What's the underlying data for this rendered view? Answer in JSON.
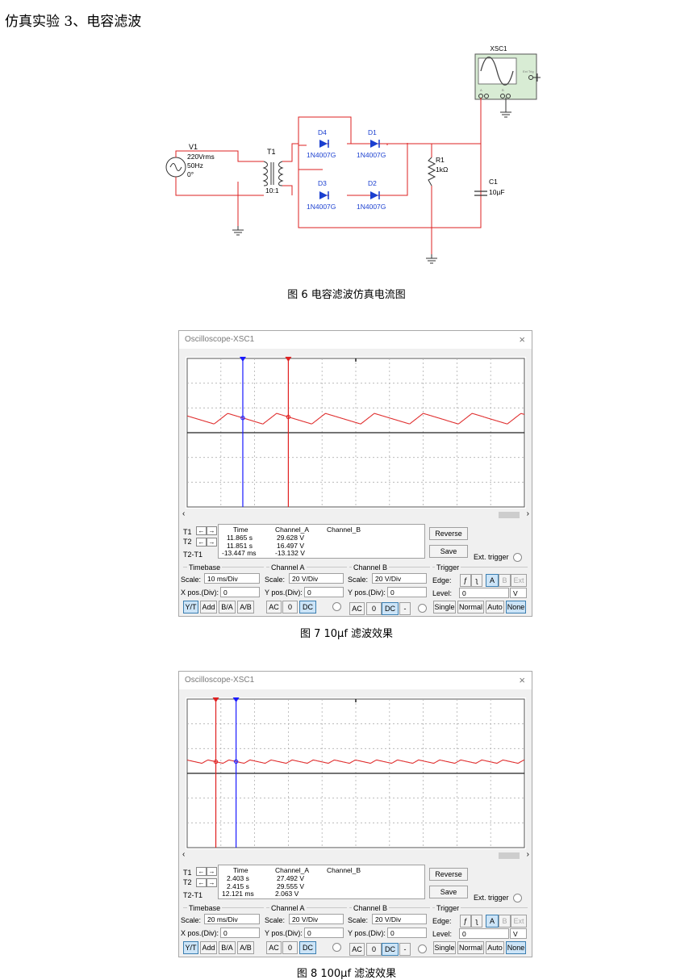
{
  "heading": "仿真实验 3、电容滤波",
  "circuit": {
    "scope_label": "XSC1",
    "scope_ext": "Ext Trig",
    "scope_a": "A",
    "scope_b": "B",
    "source_label": "V1",
    "source_lines": [
      "220Vrms",
      "50Hz",
      "0°"
    ],
    "transformer_label": "T1",
    "transformer_ratio": "10:1",
    "diodes": [
      {
        "name": "D4",
        "part": "1N4007G"
      },
      {
        "name": "D1",
        "part": "1N4007G"
      },
      {
        "name": "D3",
        "part": "1N4007G"
      },
      {
        "name": "D2",
        "part": "1N4007G"
      }
    ],
    "resistor": {
      "name": "R1",
      "value": "1kΩ"
    },
    "capacitor": {
      "name": "C1",
      "value": "10µF"
    },
    "caption": "图 6 电容滤波仿真电流图"
  },
  "scopes": [
    {
      "title": "Oscilloscope-XSC1",
      "close": "×",
      "cursor_t1_frac": 0.165,
      "cursor_t2_frac": 0.3,
      "cursor_color_t1": "#1a1aff",
      "cursor_color_t2": "#e02020",
      "t1_marker": "1",
      "t2_marker": "2",
      "left_first_is_t1": true,
      "wave": {
        "periods": 6.9,
        "phase": 0.45,
        "level_mid": 0.195,
        "ripple": 0.07,
        "color": "#e03030"
      },
      "labels": {
        "t1": "T1",
        "t2": "T2",
        "t21": "T2-T1"
      },
      "measure": {
        "headers": [
          "Time",
          "Channel_A",
          "Channel_B"
        ],
        "rows": [
          [
            "11.865 s",
            "29.628 V",
            ""
          ],
          [
            "11.851 s",
            "16.497 V",
            ""
          ],
          [
            "-13.447 ms",
            "-13.132 V",
            ""
          ]
        ]
      },
      "buttons": {
        "reverse": "Reverse",
        "save": "Save",
        "ext_trigger": "Ext. trigger"
      },
      "timebase": {
        "group": "Timebase",
        "scale_label": "Scale:",
        "scale": "10 ms/Div",
        "pos_label": "X pos.(Div):",
        "pos": "0",
        "modes": [
          "Y/T",
          "Add",
          "B/A",
          "A/B"
        ]
      },
      "channel_a": {
        "group": "Channel A",
        "scale_label": "Scale:",
        "scale": "20  V/Div",
        "pos_label": "Y pos.(Div):",
        "pos": "0",
        "couplings": [
          "AC",
          "0",
          "DC"
        ]
      },
      "channel_b": {
        "group": "Channel B",
        "scale_label": "Scale:",
        "scale": "20  V/Div",
        "pos_label": "Y pos.(Div):",
        "pos": "0",
        "couplings": [
          "AC",
          "0",
          "DC",
          "-"
        ]
      },
      "trigger": {
        "group": "Trigger",
        "edge_label": "Edge:",
        "edges": [
          "ƒ",
          "ʅ",
          "A",
          "B",
          "Ext"
        ],
        "level_label": "Level:",
        "level": "0",
        "level_unit": "V",
        "modes": [
          "Single",
          "Normal",
          "Auto",
          "None"
        ]
      },
      "caption": "图 7 10μf 滤波效果"
    },
    {
      "title": "Oscilloscope-XSC1",
      "close": "×",
      "cursor_t1_frac": 0.085,
      "cursor_t2_frac": 0.145,
      "cursor_color_t1": "#e02020",
      "cursor_color_t2": "#1a1aff",
      "t1_marker": "",
      "t2_marker": "2",
      "left_first_is_t1": true,
      "wave": {
        "periods": 16,
        "phase": 0.3,
        "level_mid": 0.21,
        "ripple": 0.022,
        "color": "#e03030"
      },
      "labels": {
        "t1": "T1",
        "t2": "T2",
        "t21": "T2-T1"
      },
      "measure": {
        "headers": [
          "Time",
          "Channel_A",
          "Channel_B"
        ],
        "rows": [
          [
            "2.403 s",
            "27.492 V",
            ""
          ],
          [
            "2.415 s",
            "29.555 V",
            ""
          ],
          [
            "12.121 ms",
            "2.063 V",
            ""
          ]
        ]
      },
      "buttons": {
        "reverse": "Reverse",
        "save": "Save",
        "ext_trigger": "Ext. trigger"
      },
      "timebase": {
        "group": "Timebase",
        "scale_label": "Scale:",
        "scale": "20 ms/Div",
        "pos_label": "X pos.(Div):",
        "pos": "0",
        "modes": [
          "Y/T",
          "Add",
          "B/A",
          "A/B"
        ]
      },
      "channel_a": {
        "group": "Channel A",
        "scale_label": "Scale:",
        "scale": "20  V/Div",
        "pos_label": "Y pos.(Div):",
        "pos": "0",
        "couplings": [
          "AC",
          "0",
          "DC"
        ]
      },
      "channel_b": {
        "group": "Channel B",
        "scale_label": "Scale:",
        "scale": "20  V/Div",
        "pos_label": "Y pos.(Div):",
        "pos": "0",
        "couplings": [
          "AC",
          "0",
          "DC",
          "-"
        ]
      },
      "trigger": {
        "group": "Trigger",
        "edge_label": "Edge:",
        "edges": [
          "ƒ",
          "ʅ",
          "A",
          "B",
          "Ext"
        ],
        "level_label": "Level:",
        "level": "0",
        "level_unit": "V",
        "modes": [
          "Single",
          "Normal",
          "Auto",
          "None"
        ]
      },
      "caption": "图 8 100μf 滤波效果"
    }
  ]
}
